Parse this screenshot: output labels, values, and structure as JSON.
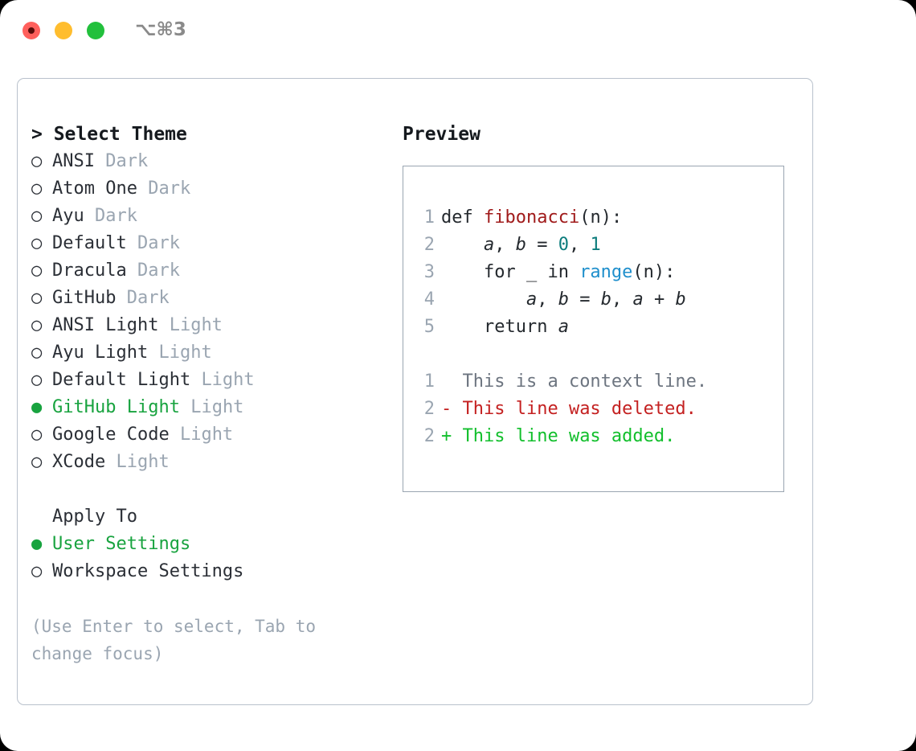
{
  "titlebar": {
    "shortcut": "⌥⌘3",
    "buttons": [
      "close",
      "minimize",
      "maximize"
    ]
  },
  "theme_picker": {
    "header": "> Select Theme",
    "marker_unselected": "○",
    "marker_selected": "●",
    "items": [
      {
        "marker": "○",
        "name": "ANSI",
        "variant": "Dark",
        "selected": false
      },
      {
        "marker": "○",
        "name": "Atom One",
        "variant": "Dark",
        "selected": false
      },
      {
        "marker": "○",
        "name": "Ayu",
        "variant": "Dark",
        "selected": false
      },
      {
        "marker": "○",
        "name": "Default",
        "variant": "Dark",
        "selected": false
      },
      {
        "marker": "○",
        "name": "Dracula",
        "variant": "Dark",
        "selected": false
      },
      {
        "marker": "○",
        "name": "GitHub",
        "variant": "Dark",
        "selected": false
      },
      {
        "marker": "○",
        "name": "ANSI Light",
        "variant": "Light",
        "selected": false
      },
      {
        "marker": "○",
        "name": "Ayu Light",
        "variant": "Light",
        "selected": false
      },
      {
        "marker": "○",
        "name": "Default Light",
        "variant": "Light",
        "selected": false
      },
      {
        "marker": "●",
        "name": "GitHub Light",
        "variant": "Light",
        "selected": true
      },
      {
        "marker": "○",
        "name": "Google Code",
        "variant": "Light",
        "selected": false
      },
      {
        "marker": "○",
        "name": "XCode",
        "variant": "Light",
        "selected": false
      }
    ]
  },
  "apply_to": {
    "header": "Apply To",
    "options": [
      {
        "marker": "●",
        "label": "User Settings",
        "selected": true
      },
      {
        "marker": "○",
        "label": "Workspace Settings",
        "selected": false
      }
    ]
  },
  "hint": "(Use Enter to select, Tab to change focus)",
  "preview": {
    "title": "Preview",
    "code_lines": [
      {
        "no": "1",
        "tokens": [
          {
            "t": "def ",
            "c": "kw"
          },
          {
            "t": "fibonacci",
            "c": "fn"
          },
          {
            "t": "(n):",
            "c": "plain"
          }
        ]
      },
      {
        "no": "2",
        "tokens": [
          {
            "t": "    ",
            "c": "plain"
          },
          {
            "t": "a",
            "c": "var"
          },
          {
            "t": ", ",
            "c": "plain"
          },
          {
            "t": "b",
            "c": "var"
          },
          {
            "t": " = ",
            "c": "plain"
          },
          {
            "t": "0",
            "c": "num"
          },
          {
            "t": ", ",
            "c": "plain"
          },
          {
            "t": "1",
            "c": "num"
          }
        ]
      },
      {
        "no": "3",
        "tokens": [
          {
            "t": "    for _ in ",
            "c": "kw"
          },
          {
            "t": "range",
            "c": "call"
          },
          {
            "t": "(n):",
            "c": "plain"
          }
        ]
      },
      {
        "no": "4",
        "tokens": [
          {
            "t": "        ",
            "c": "plain"
          },
          {
            "t": "a",
            "c": "var"
          },
          {
            "t": ", ",
            "c": "plain"
          },
          {
            "t": "b",
            "c": "var"
          },
          {
            "t": " = ",
            "c": "plain"
          },
          {
            "t": "b",
            "c": "var"
          },
          {
            "t": ", ",
            "c": "plain"
          },
          {
            "t": "a",
            "c": "var"
          },
          {
            "t": " + ",
            "c": "plain"
          },
          {
            "t": "b",
            "c": "var"
          }
        ]
      },
      {
        "no": "5",
        "tokens": [
          {
            "t": "    return ",
            "c": "kw"
          },
          {
            "t": "a",
            "c": "var"
          }
        ]
      }
    ],
    "diff_lines": [
      {
        "no": "1",
        "sign": " ",
        "text": " This is a context line.",
        "kind": "ctx"
      },
      {
        "no": "2",
        "sign": "-",
        "text": " This line was deleted.",
        "kind": "del"
      },
      {
        "no": "2",
        "sign": "+",
        "text": " This line was added.",
        "kind": "add"
      }
    ]
  },
  "colors": {
    "selected_green": "#18a33f",
    "muted_grey": "#9aa5b1",
    "diff_add": "#12bf2c",
    "diff_del": "#c42121",
    "fn_red": "#a01b1b",
    "num_teal": "#0c7c7c",
    "call_blue": "#1f8fcc",
    "border": "#b9c1cc"
  }
}
